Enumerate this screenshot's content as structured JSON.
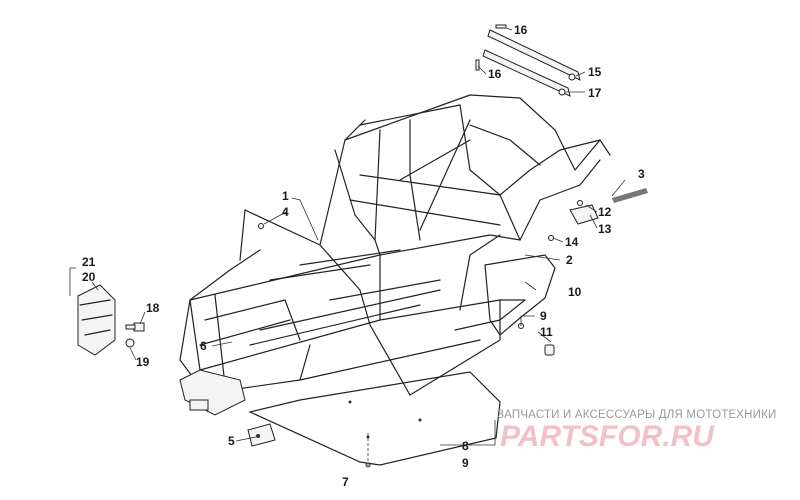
{
  "diagram": {
    "labels": {
      "l1": "1",
      "l2": "2",
      "l3": "3",
      "l4": "4",
      "l5": "5",
      "l6": "6",
      "l7": "7",
      "l8": "8",
      "l9a": "9",
      "l9b": "9",
      "l10": "10",
      "l11": "11",
      "l12": "12",
      "l13": "13",
      "l14": "14",
      "l15": "15",
      "l16a": "16",
      "l16b": "16",
      "l17": "17",
      "l18": "18",
      "l19": "19",
      "l20": "20",
      "l21": "21"
    }
  },
  "watermark": {
    "tagline": "ЗАПЧАСТИ И АКСЕССУАРЫ ДЛЯ МОТОТЕХНИКИ",
    "logo": "PARTSFOR.RU"
  }
}
